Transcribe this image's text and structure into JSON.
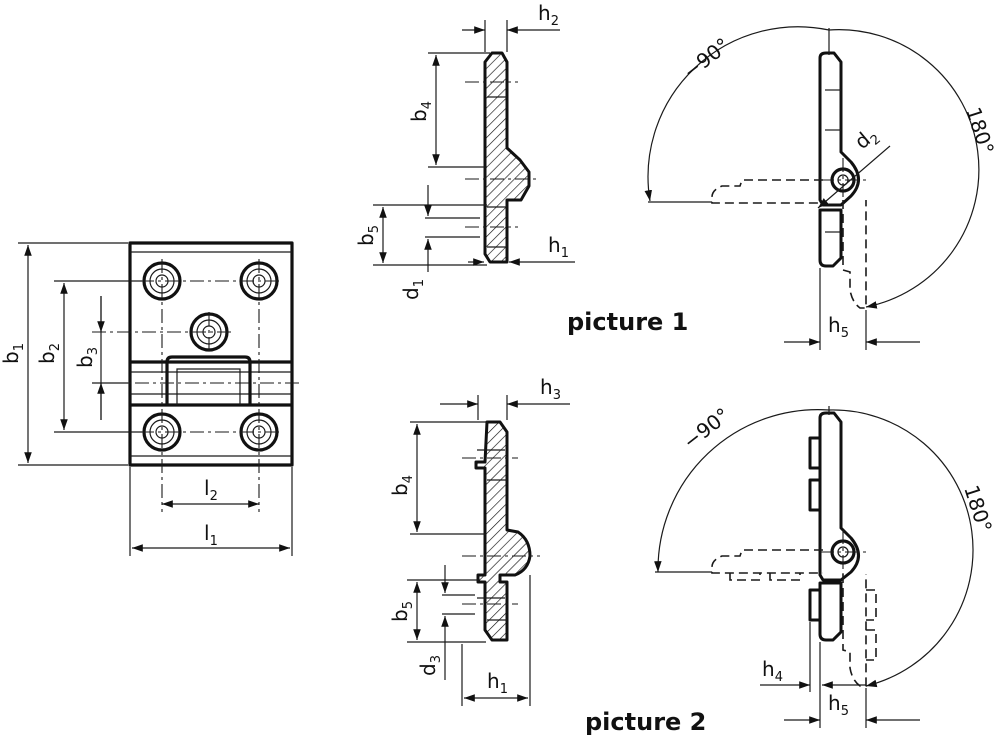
{
  "labels": {
    "b1": {
      "main": "b",
      "sub": "1"
    },
    "b2": {
      "main": "b",
      "sub": "2"
    },
    "b3": {
      "main": "b",
      "sub": "3"
    },
    "b4": {
      "main": "b",
      "sub": "4"
    },
    "b5": {
      "main": "b",
      "sub": "5"
    },
    "l1": {
      "main": "l",
      "sub": "1"
    },
    "l2": {
      "main": "l",
      "sub": "2"
    },
    "h1": {
      "main": "h",
      "sub": "1"
    },
    "h2": {
      "main": "h",
      "sub": "2"
    },
    "h3": {
      "main": "h",
      "sub": "3"
    },
    "h4": {
      "main": "h",
      "sub": "4"
    },
    "h5": {
      "main": "h",
      "sub": "5"
    },
    "d1": {
      "main": "d",
      "sub": "1"
    },
    "d2": {
      "main": "d",
      "sub": "2"
    },
    "d3": {
      "main": "d",
      "sub": "3"
    }
  },
  "angles": {
    "neg90": "−90°",
    "deg180": "180°"
  },
  "captions": {
    "picture1": "picture 1",
    "picture2": "picture 2"
  }
}
